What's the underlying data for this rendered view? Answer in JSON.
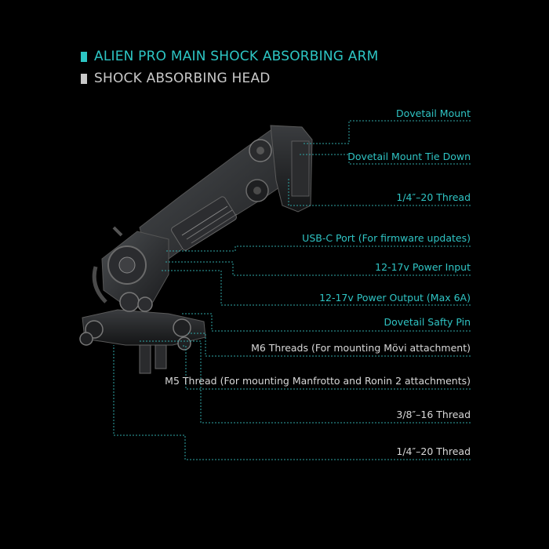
{
  "colors": {
    "background": "#000000",
    "arm_accent": "#2dc6c4",
    "head_gray": "#c9c9c9",
    "teal_label": "#2fc4c4",
    "white_label": "#d8d8d8"
  },
  "legend": {
    "arm": {
      "text": "ALIEN PRO MAIN SHOCK ABSORBING ARM",
      "color": "#2dc6c4"
    },
    "head": {
      "text": "SHOCK ABSORBING HEAD",
      "color": "#c9c9c9"
    }
  },
  "callouts": [
    {
      "text": "Dovetail Mount",
      "group": "arm"
    },
    {
      "text": "Dovetail Mount Tie Down",
      "group": "arm"
    },
    {
      "text": "1/4″–20 Thread",
      "group": "arm"
    },
    {
      "text": "USB-C Port (For firmware updates)",
      "group": "arm"
    },
    {
      "text": "12-17v Power Input",
      "group": "arm"
    },
    {
      "text": "12-17v Power Output (Max 6A)",
      "group": "arm"
    },
    {
      "text": "Dovetail Safty Pin",
      "group": "arm"
    },
    {
      "text": "M6 Threads (For mounting Mövi attachment)",
      "group": "head"
    },
    {
      "text": "M5 Thread (For mounting Manfrotto and Ronin 2 attachments)",
      "group": "head"
    },
    {
      "text": "3/8″–16 Thread",
      "group": "head"
    },
    {
      "text": "1/4″–20 Thread",
      "group": "head"
    }
  ],
  "image": {
    "subject": "shock-absorbing-arm-photo"
  }
}
